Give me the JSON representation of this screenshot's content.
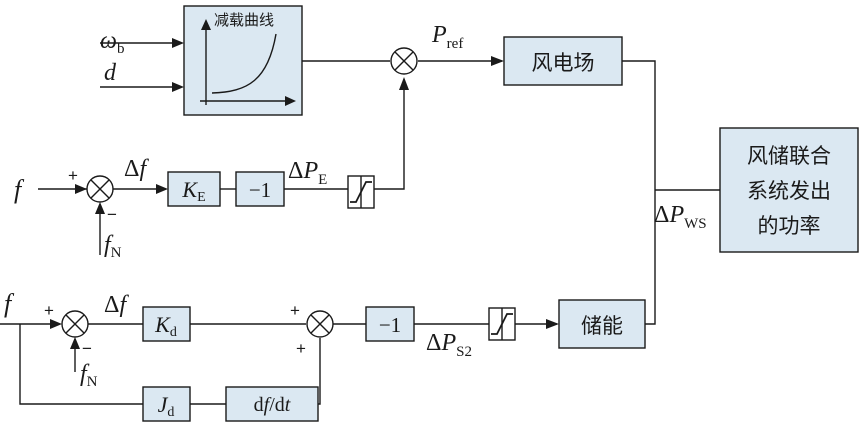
{
  "inputs": {
    "omega": "ω",
    "omega_sub": "b",
    "d": "d",
    "f": "f",
    "fn": "f",
    "fn_sub": "N"
  },
  "blocks": {
    "load_curve": "减载曲线",
    "wind_farm": "风电场",
    "combined_line1": "风储联合",
    "combined_line2": "系统发出",
    "combined_line3": "的功率",
    "ke": "K",
    "ke_sub": "E",
    "neg1_top": "−1",
    "kd": "K",
    "kd_sub": "d",
    "neg1_bottom": "−1",
    "jd": "J",
    "jd_sub": "d",
    "deriv_d1": "d",
    "deriv_f": "f",
    "deriv_slash": "/d",
    "deriv_t": "t",
    "storage": "储能"
  },
  "signals": {
    "pref": "P",
    "pref_sub": "ref",
    "delta_f": "Δ",
    "delta_f_var": "f",
    "dpe": "Δ",
    "dpe_var": "P",
    "dpe_sub": "E",
    "dps2": "Δ",
    "dps2_var": "P",
    "dps2_sub": "S2",
    "dpws": "Δ",
    "dpws_var": "P",
    "dpws_sub": "WS"
  },
  "signs": {
    "plus": "+",
    "minus": "−"
  },
  "colors": {
    "block_fill": "#dbe8f2",
    "line": "#1a1a1a"
  }
}
